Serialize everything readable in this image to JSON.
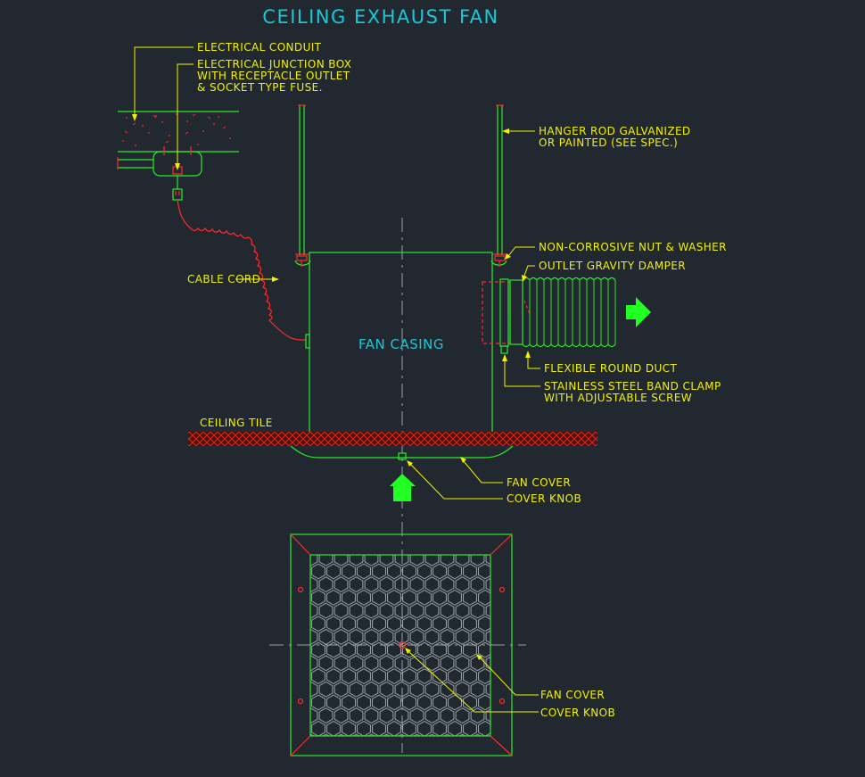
{
  "title": "CEILING EXHAUST FAN",
  "center_label": "FAN CASING",
  "labels": {
    "electrical_conduit": "ELECTRICAL CONDUIT",
    "junction_box_1": "ELECTRICAL JUNCTION BOX",
    "junction_box_2": "WITH RECEPTACLE OUTLET",
    "junction_box_3": "& SOCKET TYPE FUSE.",
    "hanger_rod_1": "HANGER ROD GALVANIZED",
    "hanger_rod_2": "OR PAINTED (SEE SPEC.)",
    "nut_washer": "NON-CORROSIVE NUT & WASHER",
    "gravity_damper": "OUTLET GRAVITY DAMPER",
    "cable_cord": "CABLE CORD",
    "flexible_duct": "FLEXIBLE ROUND DUCT",
    "band_clamp_1": "STAINLESS STEEL BAND CLAMP",
    "band_clamp_2": "WITH ADJUSTABLE SCREW",
    "ceiling_tile": "CEILING TILE",
    "fan_cover_side": "FAN COVER",
    "cover_knob_side": "COVER KNOB",
    "fan_cover_plan": "FAN COVER",
    "cover_knob_plan": "COVER KNOB"
  },
  "colors": {
    "background": "#212830",
    "outline": "#2ee82e",
    "accent_red": "#ff2a2a",
    "leader": "#f2f200",
    "text_cyan": "#18c8d6",
    "arrow": "#22ff22"
  }
}
